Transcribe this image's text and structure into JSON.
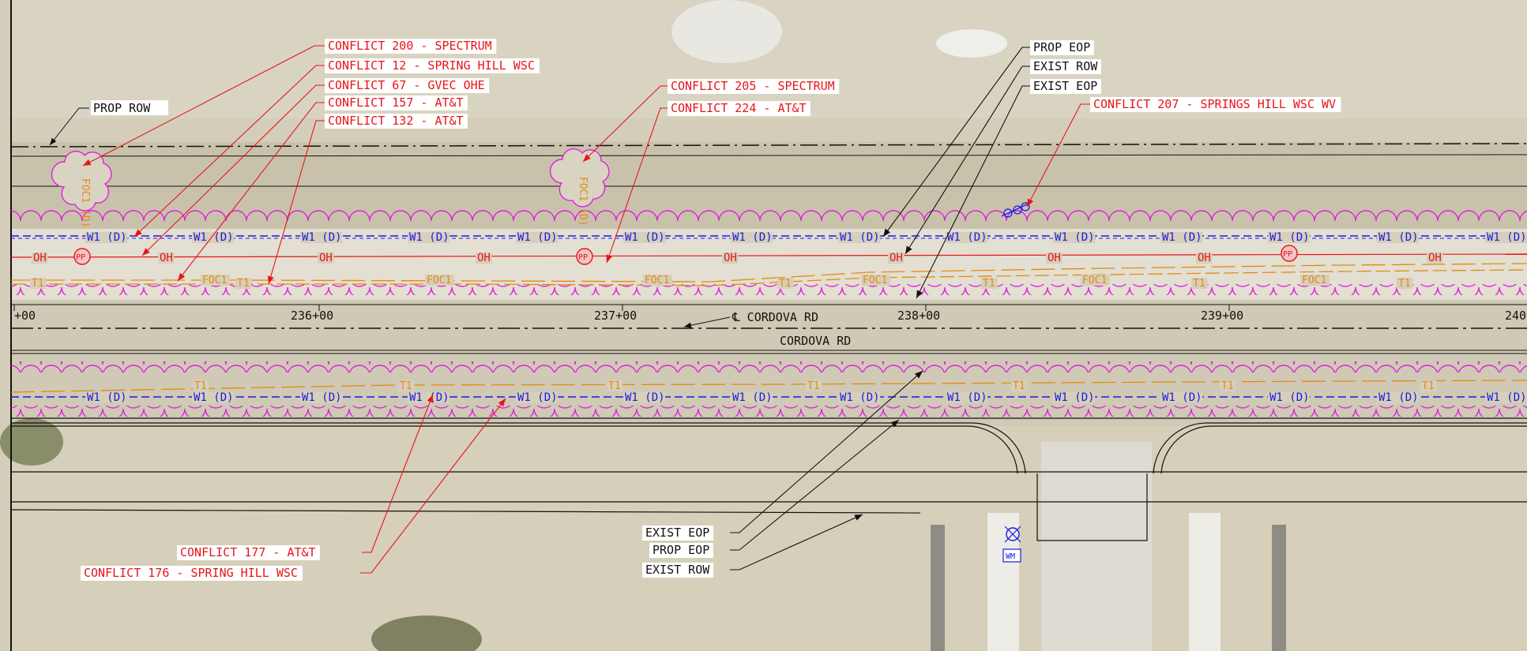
{
  "stations": [
    "+00",
    "236+00",
    "237+00",
    "238+00",
    "239+00",
    "240"
  ],
  "road": {
    "centerline_label": "℄ CORDOVA RD",
    "name": "CORDOVA RD"
  },
  "utility_labels": {
    "water": "W1 (D)",
    "overhead": "OH",
    "telecom": "T1",
    "fiber": "FOC1",
    "power_pole": "PP",
    "water_meter": "WM",
    "tree_fiber": "FOC1 (D)"
  },
  "conflicts_left": [
    "CONFLICT 200 - SPECTRUM",
    "CONFLICT 12 - SPRING HILL WSC",
    "CONFLICT 67 - GVEC OHE",
    "CONFLICT 157 - AT&T",
    "CONFLICT 132 - AT&T"
  ],
  "conflicts_mid": [
    "CONFLICT 205 - SPECTRUM",
    "CONFLICT 224 - AT&T"
  ],
  "conflict_right": "CONFLICT 207 - SPRINGS HILL WSC WV",
  "conflicts_bottom": [
    "CONFLICT 177 - AT&T",
    "CONFLICT 176 - SPRING HILL WSC"
  ],
  "labels_top_left": "PROP ROW",
  "labels_top_right": [
    "PROP EOP",
    "EXIST ROW",
    "EXIST EOP"
  ],
  "labels_bottom": [
    "EXIST EOP",
    "PROP EOP",
    "EXIST ROW"
  ],
  "colors": {
    "conflict": "#e8141a",
    "water": "#1a1ae6",
    "telecom": "#e58a12",
    "tree": "#e020e0",
    "linework": "#111111"
  }
}
